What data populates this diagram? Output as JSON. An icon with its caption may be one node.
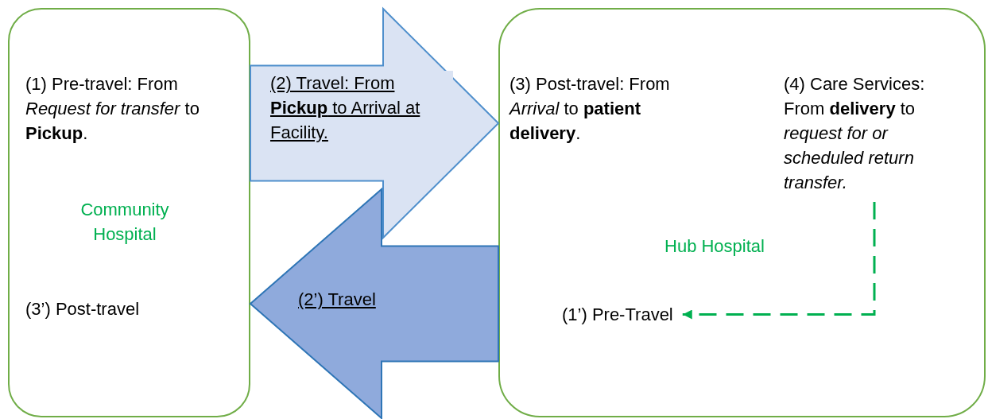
{
  "diagram": {
    "nodes": [
      {
        "text": [
          "(1) Pre-travel: From *Request for transfer* to **Pickup**.",
          "Community Hospital",
          "(3’) Post-travel"
        ]
      },
      {
        "text": [
          "(3) Post-travel: From *Arrival* to **patient delivery**.",
          "Hub Hospital"
        ]
      },
      {
        "text": [
          "(4) Care Services: From **delivery** to *request for or scheduled return transfer.*"
        ],
        "in": 1
      },
      {
        "text": [
          "(1’) Pre-Travel"
        ],
        "in": 1
      }
    ],
    "edges": [
      {
        "from": 0,
        "to": 1,
        "arrow": "to",
        "label": "(2) Travel: From **Pickup** to Arrival at Facility.",
        "style": "thick",
        "color": "#dae3f3"
      },
      {
        "from": 1,
        "to": 0,
        "arrow": "to",
        "label": "(2’) Travel",
        "style": "thick",
        "color": "#8faadc"
      },
      {
        "from": 2,
        "to": 3,
        "arrow": "to",
        "style": "dashed",
        "color": "#00b050"
      }
    ]
  }
}
